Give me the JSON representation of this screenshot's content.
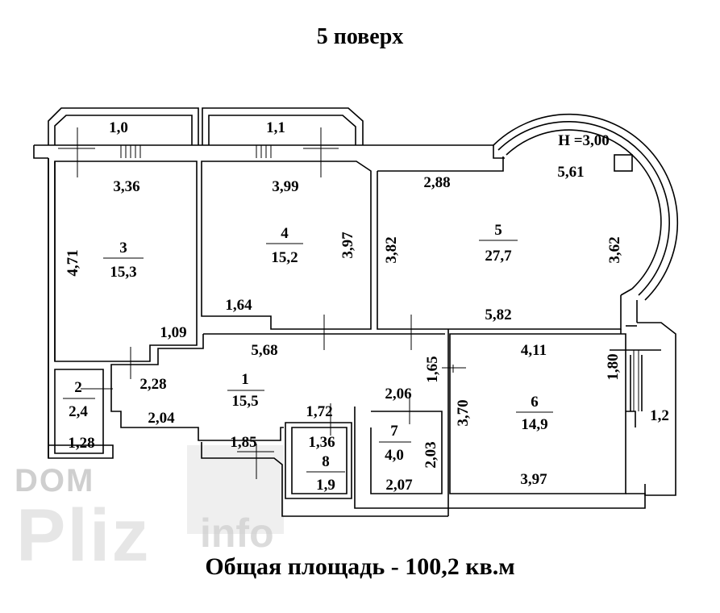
{
  "title": "5 поверх",
  "total_area": "Общая площадь - 100,2 кв.м",
  "watermark": {
    "dom": "DOM",
    "pliz": "Pliz",
    "info": "info"
  },
  "height_label": "H =3,00",
  "rooms": [
    {
      "id": "room-1",
      "number": "1",
      "area": "15,5"
    },
    {
      "id": "room-2",
      "number": "2",
      "area": "2,4"
    },
    {
      "id": "room-3",
      "number": "3",
      "area": "15,3"
    },
    {
      "id": "room-4",
      "number": "4",
      "area": "15,2"
    },
    {
      "id": "room-5",
      "number": "5",
      "area": "27,7"
    },
    {
      "id": "room-6",
      "number": "6",
      "area": "14,9"
    },
    {
      "id": "room-7",
      "number": "7",
      "area": "4,0"
    },
    {
      "id": "room-8",
      "number": "8",
      "area": "1,9"
    }
  ],
  "dimensions": {
    "balcony_left": "1,0",
    "balcony_mid": "1,1",
    "room3_top": "3,36",
    "room3_side": "4,71",
    "room3_step": "1,09",
    "room4_top": "3,99",
    "room4_side": "3,97",
    "room4_bottom": "1,64",
    "room5_top": "2,88",
    "room5_arc": "5,61",
    "room5_left": "3,82",
    "room5_right": "3,62",
    "room5_bottom": "5,82",
    "hall_top": "5,68",
    "hall_2_28": "2,28",
    "hall_2_04": "2,04",
    "hall_1_85": "1,85",
    "hall_1_72": "1,72",
    "hall_2_06": "2,06",
    "hall_1_65": "1,65",
    "room2_bottom": "1,28",
    "room8_top": "1,36",
    "room7_side": "2,03",
    "room7_bottom": "2,07",
    "room6_top": "4,11",
    "room6_left": "3,70",
    "room6_bottom": "3,97",
    "balcony_right_side": "1,80",
    "balcony_right": "1,2"
  }
}
